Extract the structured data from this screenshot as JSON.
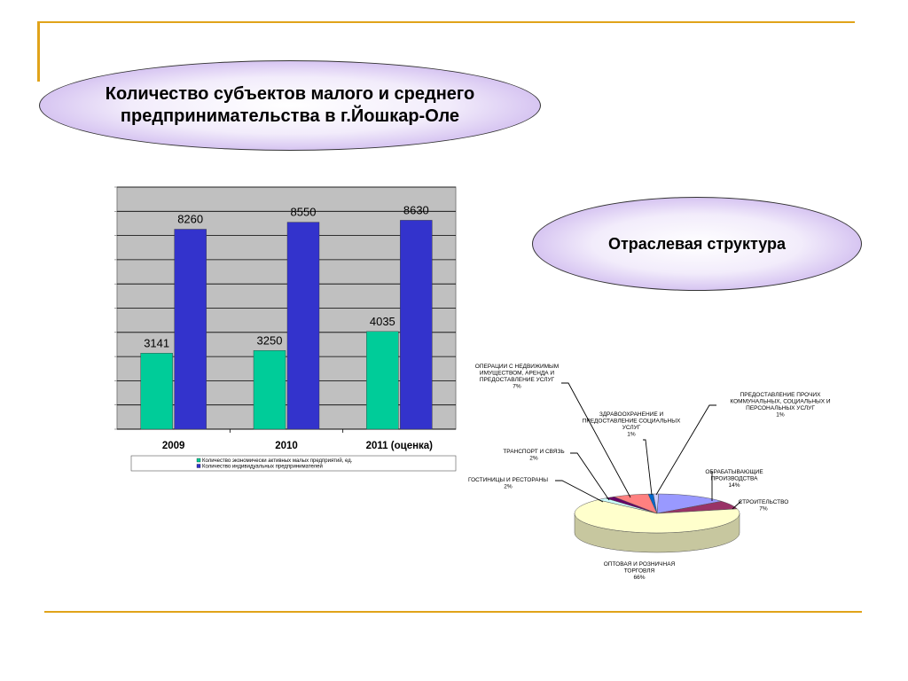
{
  "slide": {
    "title": "Количество субъектов малого и среднего\nпредпринимательства в г.Йошкар-Оле",
    "sector_title": "Отраслевая структура",
    "accent_color": "#e0a31a"
  },
  "chart_data": [
    {
      "type": "bar",
      "categories": [
        "2009",
        "2010",
        "2011 (оценка)"
      ],
      "series": [
        {
          "name": "Количество экономически активных малых предприятий, ед.",
          "values": [
            3141,
            3250,
            4035
          ],
          "color": "#00cc99"
        },
        {
          "name": "Количество индивидуальных предпринимателей",
          "values": [
            8260,
            8550,
            8630
          ],
          "color": "#3333cc"
        }
      ],
      "ylim": [
        0,
        10000
      ],
      "grid": true,
      "legend": "bottom",
      "background": "#c0c0c0"
    },
    {
      "type": "pie",
      "three_d": true,
      "slices": [
        {
          "label": "ОБРАБАТЫВАЮЩИЕ ПРОИЗВОДСТВА",
          "percent_label": "14%",
          "value": 14,
          "color": "#9999ff"
        },
        {
          "label": "СТРОИТЕЛЬСТВО",
          "percent_label": "7%",
          "value": 7,
          "color": "#993366"
        },
        {
          "label": "ОПТОВАЯ И РОЗНИЧНАЯ ТОРГОВЛЯ",
          "percent_label": "66%",
          "value": 66,
          "color": "#ffffcc"
        },
        {
          "label": "ГОСТИНИЦЫ И РЕСТОРАНЫ",
          "percent_label": "2%",
          "value": 2,
          "color": "#ccffff"
        },
        {
          "label": "ТРАНСПОРТ И СВЯЗЬ",
          "percent_label": "2%",
          "value": 2,
          "color": "#660066"
        },
        {
          "label": "ОПЕРАЦИИ С НЕДВИЖИМЫМ ИМУЩЕСТВОМ, АРЕНДА И ПРЕДОСТАВЛЕНИЕ УСЛУГ",
          "percent_label": "7%",
          "value": 7,
          "color": "#ff8080"
        },
        {
          "label": "ЗДРАВООХРАНЕНИЕ И ПРЕДОСТАВЛЕНИЕ СОЦИАЛЬНЫХ УСЛУГ",
          "percent_label": "1%",
          "value": 1,
          "color": "#0066cc"
        },
        {
          "label": "ПРЕДОСТАВЛЕНИЕ ПРОЧИХ КОММУНАЛЬНЫХ, СОЦИАЛЬНЫХ И ПЕРСОНАЛЬНЫХ УСЛУГ",
          "percent_label": "1%",
          "value": 1,
          "color": "#ccccff"
        }
      ]
    }
  ]
}
